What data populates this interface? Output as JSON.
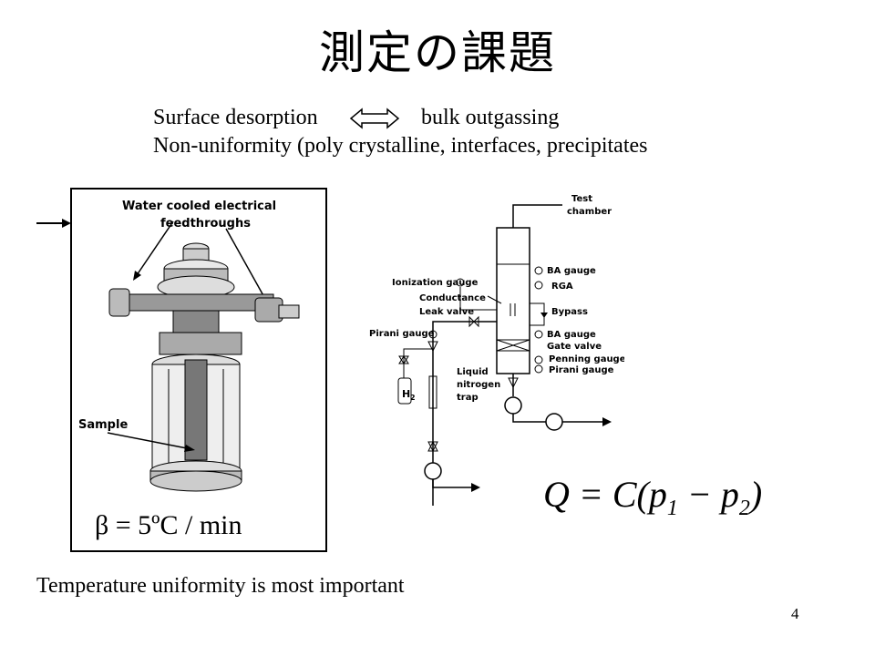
{
  "slide": {
    "title": "測定の課題",
    "line1_left": "Surface desorption",
    "line1_right": "bulk outgassing",
    "line2": "Non-uniformity (poly crystalline, interfaces, precipitates",
    "footer": "Temperature uniformity is most important",
    "page_number": "4"
  },
  "left_figure": {
    "label_feedthroughs_1": "Water cooled electrical",
    "label_feedthroughs_2": "feedthroughs",
    "label_sample": "Sample",
    "formula_beta": "β = 5ºC / min"
  },
  "right_figure": {
    "test_chamber_1": "Test",
    "test_chamber_2": "chamber",
    "ionization_gauge": "Ionization gauge",
    "conductance": "Conductance",
    "leak_valve": "Leak valve",
    "pirani_gauge_left": "Pirani gauge",
    "h2": "H",
    "h2_sub": "2",
    "liquid_1": "Liquid",
    "liquid_2": "nitrogen",
    "liquid_3": "trap",
    "ba_gauge_top": "BA gauge",
    "rga": "RGA",
    "bypass": "Bypass",
    "ba_gauge_mid": "BA gauge",
    "gate_valve": "Gate valve",
    "penning_gauge": "Penning gauge",
    "pirani_gauge_right": "Pirani gauge",
    "formula_q": "Q = C(p",
    "formula_q_sub1": "1",
    "formula_q_mid": " − p",
    "formula_q_sub2": "2",
    "formula_q_end": ")"
  }
}
